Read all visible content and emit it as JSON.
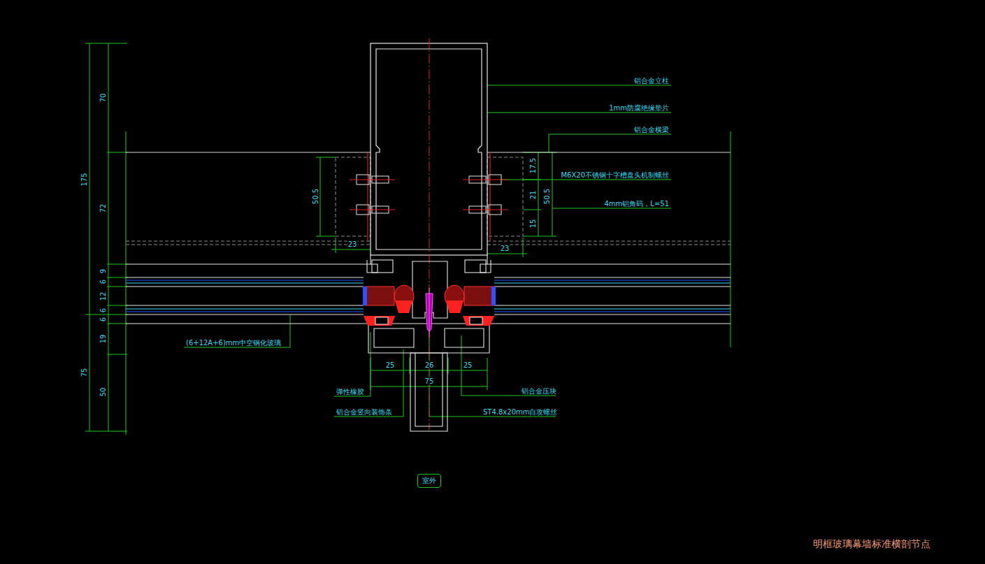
{
  "diagram": {
    "title": "明框玻璃幕墙标准横剖节点",
    "nodes": [
      {
        "text": [
          "室外"
        ]
      }
    ],
    "labels": [
      "70",
      "175",
      "72",
      "9",
      "6",
      "12",
      "6",
      "6",
      "19",
      "75",
      "50",
      "50.5",
      "23",
      "23",
      "17.5",
      "21",
      "50.5",
      "15",
      "25",
      "26",
      "25",
      "75",
      "铝合金立柱",
      "1mm防腐绝缘垫片",
      "铝合金横梁",
      "M6X20不锈钢十字槽盘头机制螺丝",
      "4mm铝角码，L=51",
      "(6+12A+6)mm中空钢化玻璃",
      "弹性橡胶",
      "铝合金竖向装饰条",
      "铝合金压块",
      "ST4.8x20mm自攻螺丝"
    ]
  }
}
